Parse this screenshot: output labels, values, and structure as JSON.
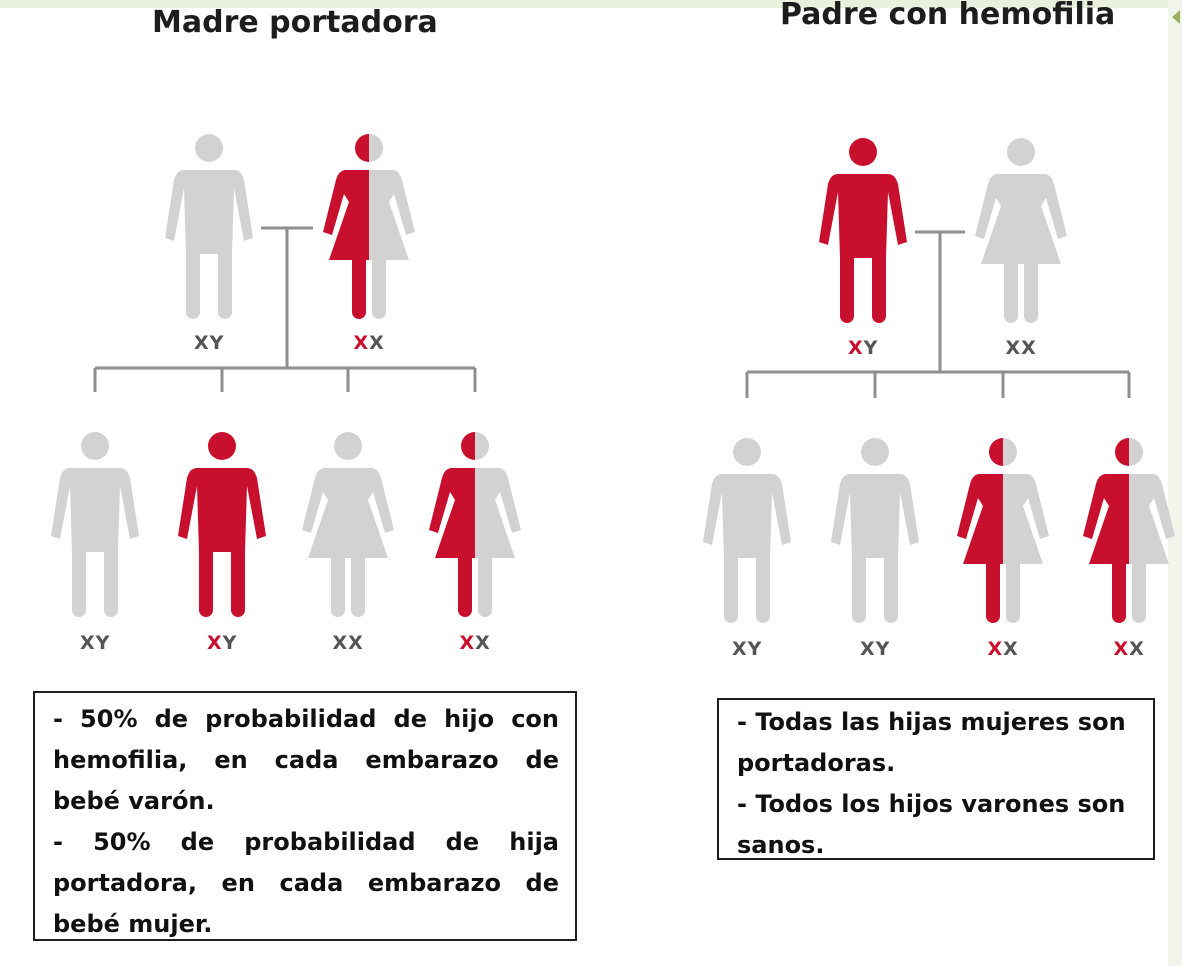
{
  "colors": {
    "affected": "#c8102e",
    "unaffected": "#d2d2d2",
    "line": "#8f8f8f"
  },
  "panels": [
    {
      "title": "Madre portadora",
      "parents": [
        {
          "type": "male",
          "status": "healthy",
          "chromosomes": [
            {
              "c": "X",
              "affected": false
            },
            {
              "c": "Y",
              "affected": false
            }
          ]
        },
        {
          "type": "female",
          "status": "carrier",
          "chromosomes": [
            {
              "c": "X",
              "affected": true
            },
            {
              "c": "X",
              "affected": false
            }
          ]
        }
      ],
      "children": [
        {
          "type": "male",
          "status": "healthy",
          "chromosomes": [
            {
              "c": "X",
              "affected": false
            },
            {
              "c": "Y",
              "affected": false
            }
          ]
        },
        {
          "type": "male",
          "status": "affected",
          "chromosomes": [
            {
              "c": "X",
              "affected": true
            },
            {
              "c": "Y",
              "affected": false
            }
          ]
        },
        {
          "type": "female",
          "status": "healthy",
          "chromosomes": [
            {
              "c": "X",
              "affected": false
            },
            {
              "c": "X",
              "affected": false
            }
          ]
        },
        {
          "type": "female",
          "status": "carrier",
          "chromosomes": [
            {
              "c": "X",
              "affected": true
            },
            {
              "c": "X",
              "affected": false
            }
          ]
        }
      ],
      "notes": [
        "- 50% de probabilidad de hijo con hemofilia, en cada embarazo de bebé varón.",
        "- 50% de probabilidad de hija portadora, en cada embarazo de bebé mujer."
      ]
    },
    {
      "title": "Padre con hemofilia",
      "parents": [
        {
          "type": "male",
          "status": "affected",
          "chromosomes": [
            {
              "c": "X",
              "affected": true
            },
            {
              "c": "Y",
              "affected": false
            }
          ]
        },
        {
          "type": "female",
          "status": "healthy",
          "chromosomes": [
            {
              "c": "X",
              "affected": false
            },
            {
              "c": "X",
              "affected": false
            }
          ]
        }
      ],
      "children": [
        {
          "type": "male",
          "status": "healthy",
          "chromosomes": [
            {
              "c": "X",
              "affected": false
            },
            {
              "c": "Y",
              "affected": false
            }
          ]
        },
        {
          "type": "male",
          "status": "healthy",
          "chromosomes": [
            {
              "c": "X",
              "affected": false
            },
            {
              "c": "Y",
              "affected": false
            }
          ]
        },
        {
          "type": "female",
          "status": "carrier",
          "chromosomes": [
            {
              "c": "X",
              "affected": true
            },
            {
              "c": "X",
              "affected": false
            }
          ]
        },
        {
          "type": "female",
          "status": "carrier",
          "chromosomes": [
            {
              "c": "X",
              "affected": true
            },
            {
              "c": "X",
              "affected": false
            }
          ]
        }
      ],
      "notes": [
        "- Todas las hijas mujeres son portadoras.",
        "- Todos los hijos varones son sanos."
      ]
    }
  ]
}
